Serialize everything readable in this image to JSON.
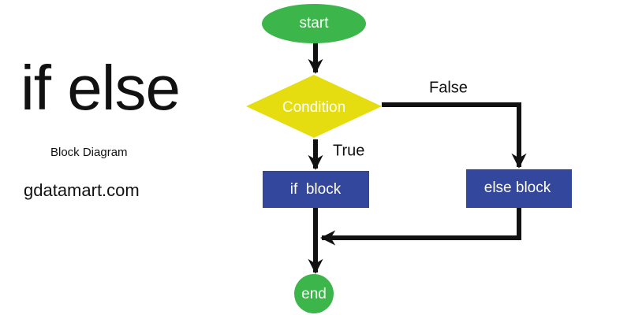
{
  "heading": {
    "title": "if else",
    "subtitle": "Block Diagram",
    "website": "gdatamart.com"
  },
  "flowchart": {
    "nodes": {
      "start": {
        "label": "start",
        "shape": "ellipse",
        "color": "#3cb54a"
      },
      "condition": {
        "label": "Condition",
        "shape": "diamond",
        "color": "#e5dd0f"
      },
      "if_block": {
        "label": "if  block",
        "shape": "rectangle",
        "color": "#33479c"
      },
      "else_block": {
        "label": "else block",
        "shape": "rectangle",
        "color": "#33479c"
      },
      "end": {
        "label": "end",
        "shape": "circle",
        "color": "#3cb54a"
      }
    },
    "edges": [
      {
        "from": "start",
        "to": "condition",
        "label": ""
      },
      {
        "from": "condition",
        "to": "if_block",
        "label": "True"
      },
      {
        "from": "condition",
        "to": "else_block",
        "label": "False"
      },
      {
        "from": "if_block",
        "to": "end",
        "label": ""
      },
      {
        "from": "else_block",
        "to": "end",
        "label": ""
      }
    ],
    "line_color": "#111111"
  }
}
